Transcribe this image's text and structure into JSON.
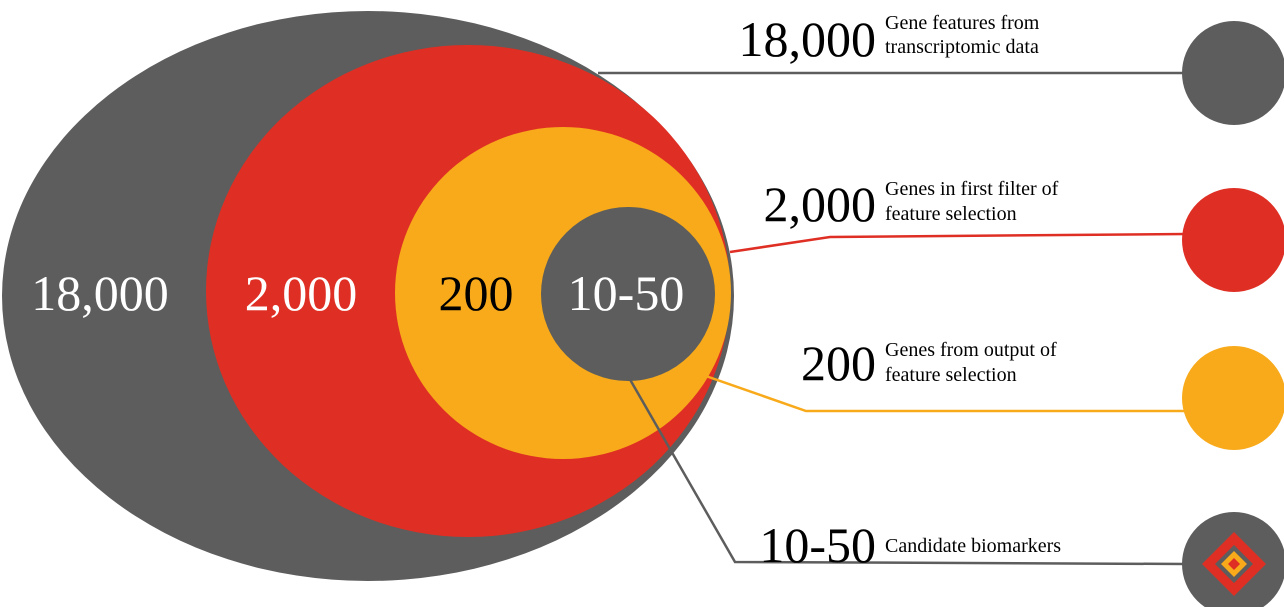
{
  "colors": {
    "gray": "#5c5d5c",
    "red": "#df2f24",
    "orange": "#f8aa1a",
    "white": "#ffffff",
    "black": "#000000"
  },
  "rings": [
    {
      "label": "18,000",
      "color": "gray",
      "label_color": "white"
    },
    {
      "label": "2,000",
      "color": "red",
      "label_color": "white"
    },
    {
      "label": "200",
      "color": "orange",
      "label_color": "black"
    },
    {
      "label": "10-50",
      "color": "gray",
      "label_color": "white"
    }
  ],
  "legend": [
    {
      "number": "18,000",
      "desc_line1": "Gene features from",
      "desc_line2": "transcriptomic data",
      "icon": "gray-circle-icon"
    },
    {
      "number": "2,000",
      "desc_line1": "Genes in first filter of",
      "desc_line2": "feature selection",
      "icon": "red-circle-icon"
    },
    {
      "number": "200",
      "desc_line1": "Genes from output of",
      "desc_line2": "feature selection",
      "icon": "orange-circle-icon"
    },
    {
      "number": "10-50",
      "desc_line1": "Candidate biomarkers",
      "desc_line2": "",
      "icon": "biomarker-diamond-icon"
    }
  ]
}
